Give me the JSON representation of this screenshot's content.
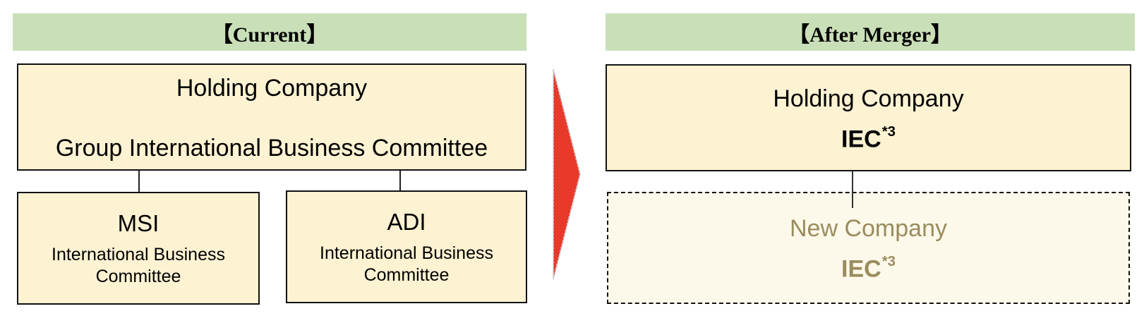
{
  "current": {
    "header": "【Current】",
    "holding": {
      "title": "Holding Company",
      "committee": "Group International Business Committee"
    },
    "subsidiaries": [
      {
        "name": "MSI",
        "committee_line1": "International Business",
        "committee_line2": "Committee"
      },
      {
        "name": "ADI",
        "committee_line1": "International Business",
        "committee_line2": "Committee"
      }
    ]
  },
  "arrow": {
    "icon": "right-triangle-arrow-icon",
    "color": "#e8392a"
  },
  "after_merger": {
    "header": "【After Merger】",
    "holding": {
      "title": "Holding Company",
      "committee": "IEC",
      "note": "*3"
    },
    "new_company": {
      "title": "New Company",
      "committee": "IEC",
      "note": "*3"
    }
  },
  "colors": {
    "header_bg": "#c9dfb8",
    "box_bg": "#fdf2d2",
    "dashed_box_bg": "#fdf9ea",
    "new_company_text": "#9a8c5e",
    "arrow": "#e8392a"
  }
}
